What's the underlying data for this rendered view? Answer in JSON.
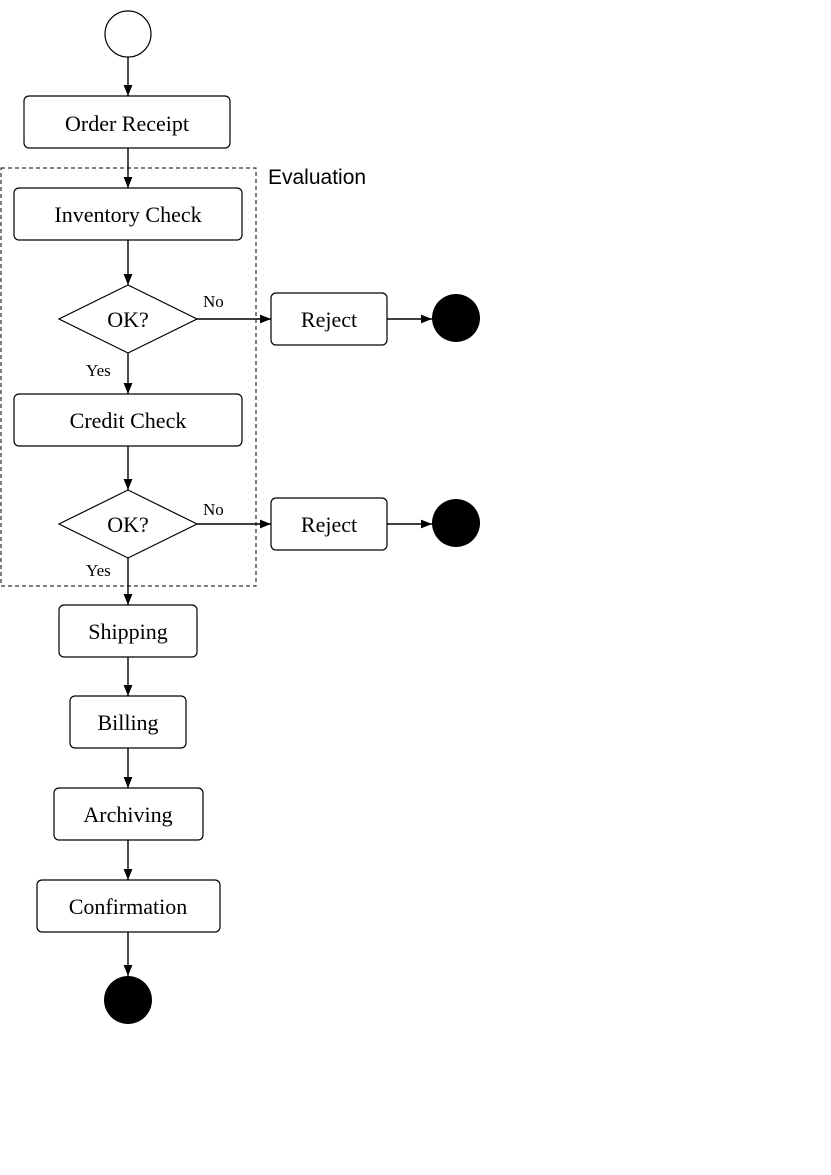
{
  "diagram": {
    "group_label": "Evaluation",
    "nodes": {
      "order_receipt": "Order Receipt",
      "inventory_check": "Inventory Check",
      "decision_1": "OK?",
      "reject_1": "Reject",
      "credit_check": "Credit Check",
      "decision_2": "OK?",
      "reject_2": "Reject",
      "shipping": "Shipping",
      "billing": "Billing",
      "archiving": "Archiving",
      "confirmation": "Confirmation"
    },
    "edge_labels": {
      "no_1": "No",
      "yes_1": "Yes",
      "no_2": "No",
      "yes_2": "Yes"
    }
  }
}
